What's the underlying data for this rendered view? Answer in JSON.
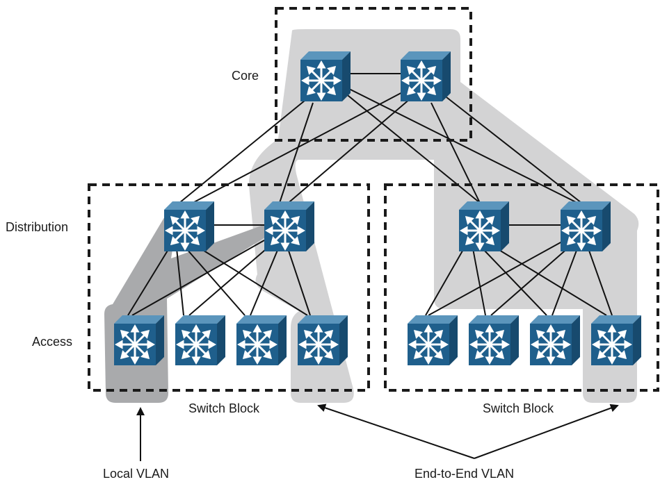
{
  "labels": {
    "core": "Core",
    "distribution": "Distribution",
    "access": "Access",
    "switch_block_left": "Switch Block",
    "switch_block_right": "Switch Block",
    "local_vlan": "Local VLAN",
    "end_to_end_vlan": "End-to-End VLAN"
  },
  "layers": [
    "Core",
    "Distribution",
    "Access"
  ],
  "switch_icon": "layer3-switch-icon",
  "colors": {
    "switch_front": "#1f5f8c",
    "switch_top": "#5b95bc",
    "switch_side": "#174a6e",
    "vlan_end_to_end": "#d3d3d4",
    "vlan_local": "#a9aaac",
    "lines": "#111111"
  }
}
